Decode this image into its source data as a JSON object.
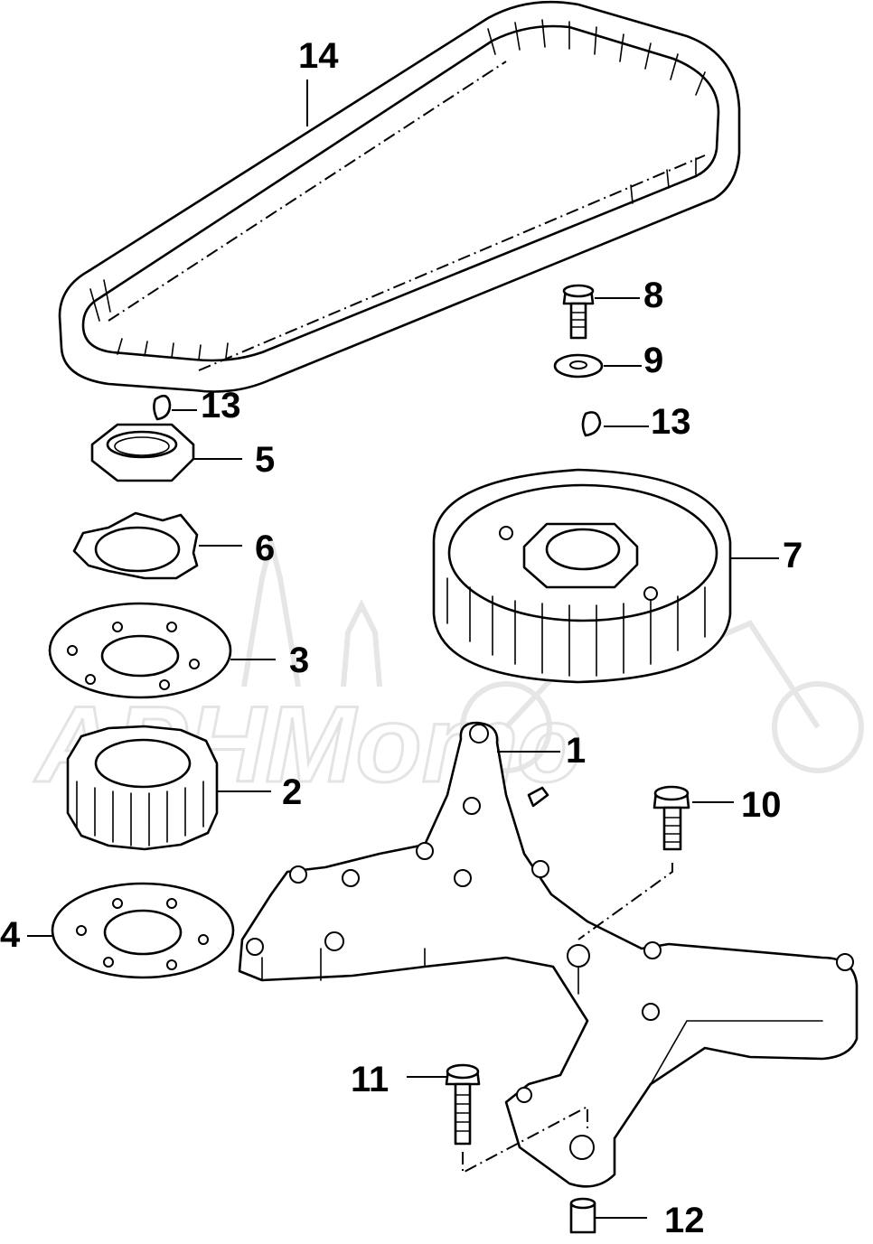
{
  "diagram": {
    "watermark": "АРНМото",
    "callouts": [
      {
        "id": "1",
        "label": "1"
      },
      {
        "id": "2",
        "label": "2"
      },
      {
        "id": "3",
        "label": "3"
      },
      {
        "id": "4",
        "label": "4"
      },
      {
        "id": "5",
        "label": "5"
      },
      {
        "id": "6",
        "label": "6"
      },
      {
        "id": "7",
        "label": "7"
      },
      {
        "id": "8",
        "label": "8"
      },
      {
        "id": "9",
        "label": "9"
      },
      {
        "id": "10",
        "label": "10"
      },
      {
        "id": "11",
        "label": "11"
      },
      {
        "id": "12",
        "label": "12"
      },
      {
        "id": "13a",
        "label": "13"
      },
      {
        "id": "13b",
        "label": "13"
      },
      {
        "id": "14",
        "label": "14"
      }
    ]
  }
}
